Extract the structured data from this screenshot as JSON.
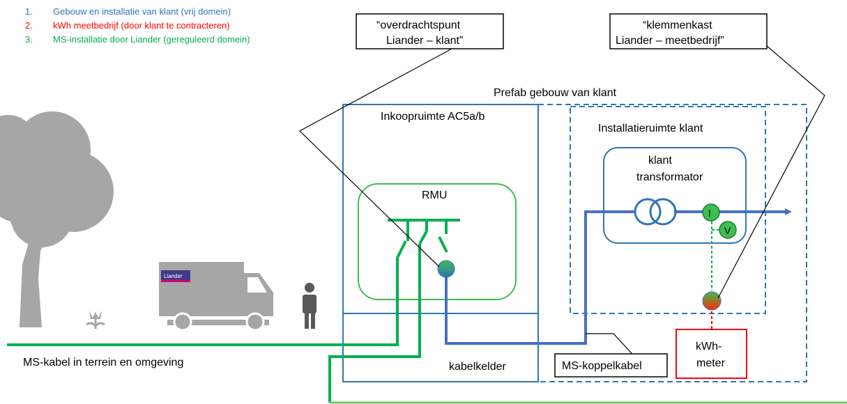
{
  "legend": {
    "items": [
      {
        "num": "1.",
        "text": "Gebouw en installatie van klant (vrij domein)",
        "color": "#2e75b6"
      },
      {
        "num": "2.",
        "text": "kWh meetbedrijf (door klant te contracteren)",
        "color": "#ff0000"
      },
      {
        "num": "3.",
        "text": "MS-installatie door Liander (gereguleerd domein)",
        "color": "#00b050"
      }
    ]
  },
  "callouts": {
    "overdrachtspunt": {
      "line1": "“overdrachtspunt",
      "line2": "Liander – klant”"
    },
    "klemmenkast": {
      "line1": "“klemmenkast",
      "line2": "Liander – meetbedrijf”"
    },
    "koppelkabel": "MS-koppelkabel",
    "kwh_meter": {
      "line1": "kWh-",
      "line2": "meter"
    }
  },
  "labels": {
    "prefab": "Prefab gebouw van klant",
    "inkoopruimte": "Inkoopruimte AC5a/b",
    "installatieruimte": "Installatieruimte klant",
    "rmu": "RMU",
    "transformator_line1": "klant",
    "transformator_line2": "transformator",
    "current": "I",
    "voltage": "V",
    "kabelkelder": "kabelkelder",
    "ms_kabel": "MS-kabel in terrein en omgeving",
    "truck_logo": "Liander"
  },
  "colors": {
    "blue": "#2e75b6",
    "blue_cable": "#4472c4",
    "green": "#00b050",
    "light_green": "#70c95b",
    "red": "#ff0000",
    "scenery_grey": "#a6a6a6",
    "person_grey": "#595959"
  }
}
